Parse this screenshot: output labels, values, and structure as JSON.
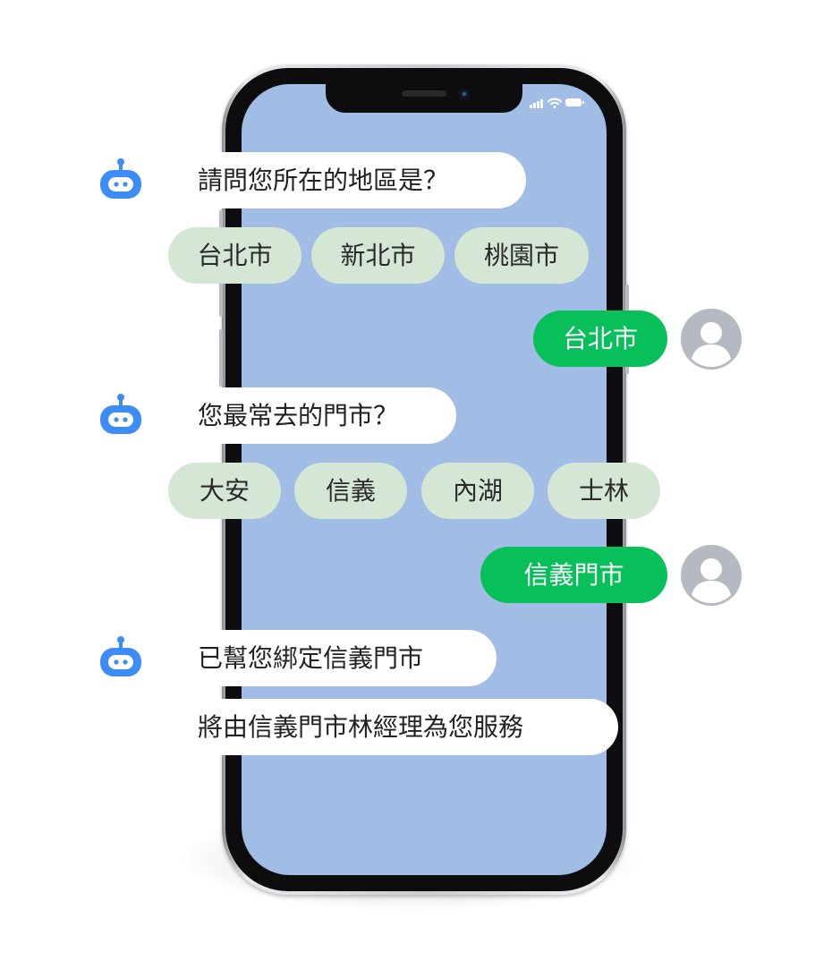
{
  "chat": {
    "question_region": "請問您所在的地區是？",
    "region_options": [
      "台北市",
      "新北市",
      "桃園市"
    ],
    "answer_region": "台北市",
    "question_store": "您最常去的門市？",
    "store_options": [
      "大安",
      "信義",
      "內湖",
      "士林"
    ],
    "answer_store": "信義門市",
    "confirm_line1": "已幫您綁定信義門市",
    "confirm_line2": "將由信義門市林經理為您服務"
  },
  "icons": {
    "bot": "robot-icon",
    "user": "user-avatar-icon",
    "signal": "cellular-signal-icon",
    "wifi": "wifi-icon",
    "battery": "battery-icon"
  },
  "colors": {
    "screen": "#a1bce5",
    "bot_icon": "#3d8cf7",
    "chip": "#d4e7d4",
    "user_bubble": "#07c05a",
    "avatar": "#b5b9c2"
  }
}
